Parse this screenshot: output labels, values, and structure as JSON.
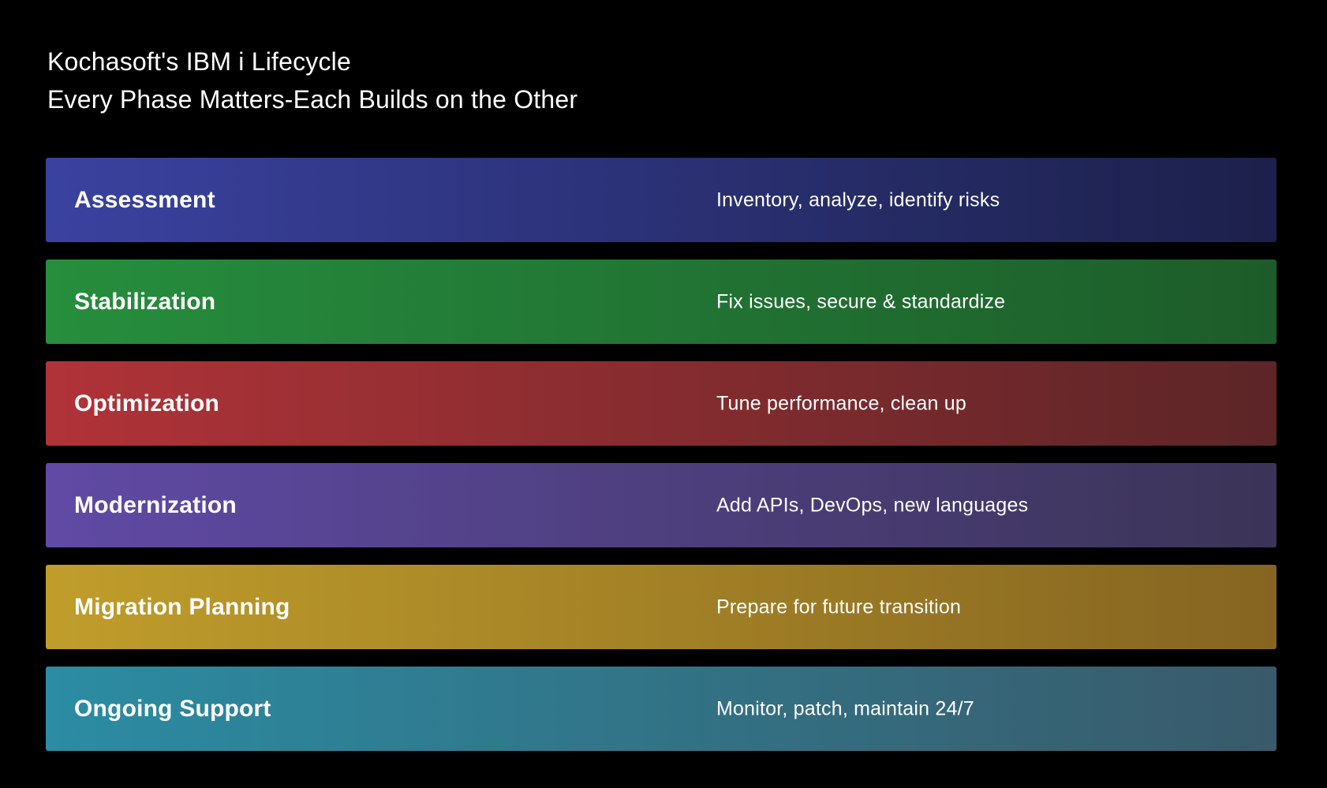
{
  "title": {
    "line1": "Kochasoft's IBM i Lifecycle",
    "line2": "Every Phase Matters-Each Builds on the Other"
  },
  "colors": {
    "background": "#000000",
    "text": "#ffffff"
  },
  "phases": [
    {
      "name": "Assessment",
      "description": "Inventory, analyze, identify risks",
      "color_left": "#3a42a0",
      "color_right": "#1c204a"
    },
    {
      "name": "Stabilization",
      "description": "Fix issues, secure & standardize",
      "color_left": "#268e3d",
      "color_right": "#1d5c2a"
    },
    {
      "name": "Optimization",
      "description": "Tune performance, clean up",
      "color_left": "#b03338",
      "color_right": "#5c2527"
    },
    {
      "name": "Modernization",
      "description": "Add APIs, DevOps, new languages",
      "color_left": "#604aa5",
      "color_right": "#3b3457"
    },
    {
      "name": "Migration Planning",
      "description": "Prepare for future transition",
      "color_left": "#c09d2b",
      "color_right": "#856521"
    },
    {
      "name": "Ongoing Support",
      "description": "Monitor, patch, maintain 24/7",
      "color_left": "#2b8ca3",
      "color_right": "#395a6a"
    }
  ]
}
